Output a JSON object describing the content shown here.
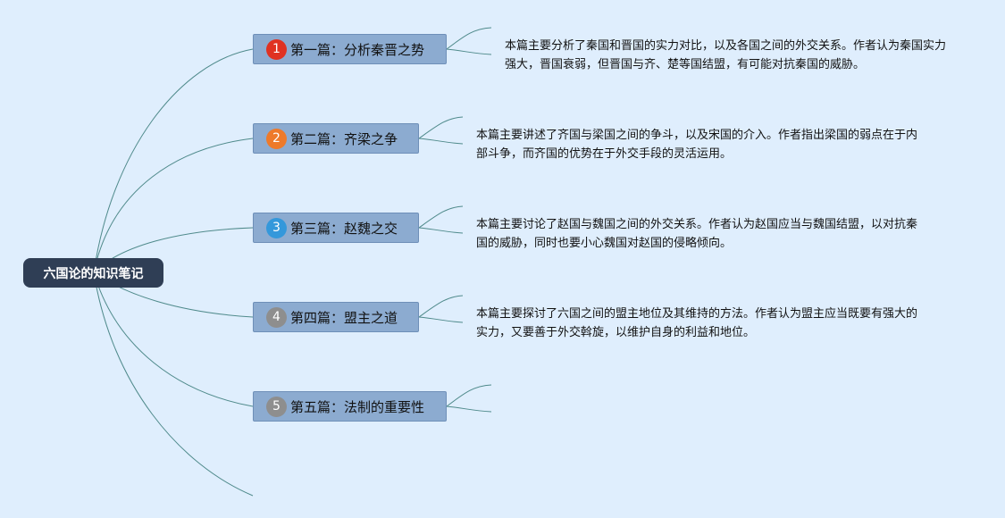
{
  "root": {
    "title": "六国论的知识笔记"
  },
  "chapters": [
    {
      "marker": "1",
      "marker_color": "#e03222",
      "title": "第一篇：分析秦晋之势",
      "summary": "本篇主要分析了秦国和晋国的实力对比，以及各国之间的外交关系。作者认为秦国实力强大，晋国衰弱，但晋国与齐、楚等国结盟，有可能对抗秦国的威胁。"
    },
    {
      "marker": "2",
      "marker_color": "#ee7a2a",
      "title": "第二篇：齐梁之争",
      "summary": "本篇主要讲述了齐国与梁国之间的争斗，以及宋国的介入。作者指出梁国的弱点在于内部斗争，而齐国的优势在于外交手段的灵活运用。"
    },
    {
      "marker": "3",
      "marker_color": "#3498db",
      "title": "第三篇：赵魏之交",
      "summary": "本篇主要讨论了赵国与魏国之间的外交关系。作者认为赵国应当与魏国结盟，以对抗秦国的威胁，同时也要小心魏国对赵国的侵略倾向。"
    },
    {
      "marker": "4",
      "marker_color": "#8e8e8e",
      "title": "第四篇：盟主之道",
      "summary": "本篇主要探讨了六国之间的盟主地位及其维持的方法。作者认为盟主应当既要有强大的实力，又要善于外交斡旋，以维护自身的利益和地位。"
    },
    {
      "marker": "5",
      "marker_color": "#8e8e8e",
      "title": "第五篇：法制的重要性",
      "summary": ""
    }
  ],
  "colors": {
    "background": "#dfeefd",
    "line": "#4f8a8b",
    "topic_fill": "#8cabd0",
    "root_fill": "#2f3e55"
  }
}
